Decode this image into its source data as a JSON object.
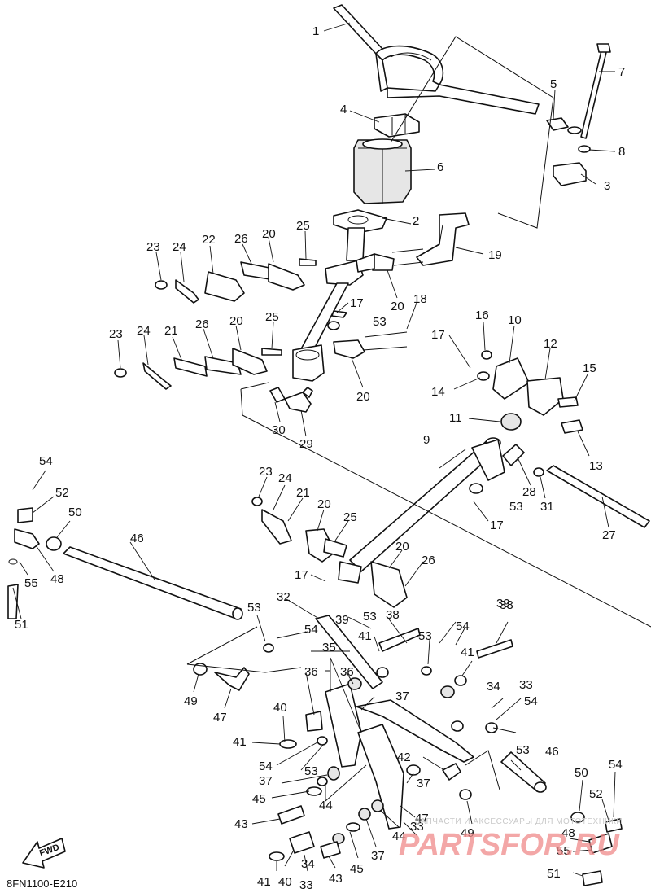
{
  "diagram_code": "8FN1100-E210",
  "fwd_label": "FWD",
  "watermark": {
    "text_ru": "ЗАПЧАСТИ И АКСЕССУАРЫ ДЛЯ МОТОТЕХНИКИ",
    "brand": "PARTSFOR.RU"
  },
  "callouts": [
    {
      "id": "c1",
      "label": "1"
    },
    {
      "id": "c2",
      "label": "2"
    },
    {
      "id": "c3",
      "label": "3"
    },
    {
      "id": "c4",
      "label": "4"
    },
    {
      "id": "c5",
      "label": "5"
    },
    {
      "id": "c6",
      "label": "6"
    },
    {
      "id": "c7",
      "label": "7"
    },
    {
      "id": "c8",
      "label": "8"
    },
    {
      "id": "c9",
      "label": "9"
    },
    {
      "id": "c10",
      "label": "10"
    },
    {
      "id": "c11",
      "label": "11"
    },
    {
      "id": "c12",
      "label": "12"
    },
    {
      "id": "c13",
      "label": "13"
    },
    {
      "id": "c14",
      "label": "14"
    },
    {
      "id": "c15",
      "label": "15"
    },
    {
      "id": "c16",
      "label": "16"
    },
    {
      "id": "c17a",
      "label": "17"
    },
    {
      "id": "c17b",
      "label": "17"
    },
    {
      "id": "c17c",
      "label": "17"
    },
    {
      "id": "c17d",
      "label": "17"
    },
    {
      "id": "c18",
      "label": "18"
    },
    {
      "id": "c19",
      "label": "19"
    },
    {
      "id": "c20a",
      "label": "20"
    },
    {
      "id": "c20b",
      "label": "20"
    },
    {
      "id": "c20c",
      "label": "20"
    },
    {
      "id": "c20d",
      "label": "20"
    },
    {
      "id": "c20e",
      "label": "20"
    },
    {
      "id": "c20f",
      "label": "20"
    },
    {
      "id": "c21a",
      "label": "21"
    },
    {
      "id": "c21b",
      "label": "21"
    },
    {
      "id": "c22",
      "label": "22"
    },
    {
      "id": "c23a",
      "label": "23"
    },
    {
      "id": "c23b",
      "label": "23"
    },
    {
      "id": "c23c",
      "label": "23"
    },
    {
      "id": "c24a",
      "label": "24"
    },
    {
      "id": "c24b",
      "label": "24"
    },
    {
      "id": "c24c",
      "label": "24"
    },
    {
      "id": "c25a",
      "label": "25"
    },
    {
      "id": "c25b",
      "label": "25"
    },
    {
      "id": "c25c",
      "label": "25"
    },
    {
      "id": "c26a",
      "label": "26"
    },
    {
      "id": "c26b",
      "label": "26"
    },
    {
      "id": "c26c",
      "label": "26"
    },
    {
      "id": "c27",
      "label": "27"
    },
    {
      "id": "c28",
      "label": "28"
    },
    {
      "id": "c29",
      "label": "29"
    },
    {
      "id": "c30",
      "label": "30"
    },
    {
      "id": "c31",
      "label": "31"
    },
    {
      "id": "c32",
      "label": "32"
    },
    {
      "id": "c33a",
      "label": "33"
    },
    {
      "id": "c33b",
      "label": "33"
    },
    {
      "id": "c33c",
      "label": "33"
    },
    {
      "id": "c34a",
      "label": "34"
    },
    {
      "id": "c34b",
      "label": "34"
    },
    {
      "id": "c35",
      "label": "35"
    },
    {
      "id": "c36a",
      "label": "36"
    },
    {
      "id": "c36b",
      "label": "36"
    },
    {
      "id": "c37a",
      "label": "37"
    },
    {
      "id": "c37b",
      "label": "37"
    },
    {
      "id": "c37c",
      "label": "37"
    },
    {
      "id": "c37d",
      "label": "37"
    },
    {
      "id": "c38a",
      "label": "38"
    },
    {
      "id": "c38b",
      "label": "38"
    },
    {
      "id": "c39a",
      "label": "39"
    },
    {
      "id": "c39b",
      "label": "39"
    },
    {
      "id": "c40a",
      "label": "40"
    },
    {
      "id": "c40b",
      "label": "40"
    },
    {
      "id": "c41a",
      "label": "41"
    },
    {
      "id": "c41b",
      "label": "41"
    },
    {
      "id": "c41c",
      "label": "41"
    },
    {
      "id": "c41d",
      "label": "41"
    },
    {
      "id": "c42",
      "label": "42"
    },
    {
      "id": "c43a",
      "label": "43"
    },
    {
      "id": "c43b",
      "label": "43"
    },
    {
      "id": "c44a",
      "label": "44"
    },
    {
      "id": "c44b",
      "label": "44"
    },
    {
      "id": "c45a",
      "label": "45"
    },
    {
      "id": "c45b",
      "label": "45"
    },
    {
      "id": "c46a",
      "label": "46"
    },
    {
      "id": "c46b",
      "label": "46"
    },
    {
      "id": "c47a",
      "label": "47"
    },
    {
      "id": "c47b",
      "label": "47"
    },
    {
      "id": "c48a",
      "label": "48"
    },
    {
      "id": "c48b",
      "label": "48"
    },
    {
      "id": "c49a",
      "label": "49"
    },
    {
      "id": "c49b",
      "label": "49"
    },
    {
      "id": "c50a",
      "label": "50"
    },
    {
      "id": "c50b",
      "label": "50"
    },
    {
      "id": "c51a",
      "label": "51"
    },
    {
      "id": "c51b",
      "label": "51"
    },
    {
      "id": "c52a",
      "label": "52"
    },
    {
      "id": "c52b",
      "label": "52"
    },
    {
      "id": "c53a",
      "label": "53"
    },
    {
      "id": "c53b",
      "label": "53"
    },
    {
      "id": "c53c",
      "label": "53"
    },
    {
      "id": "c53d",
      "label": "53"
    },
    {
      "id": "c53e",
      "label": "53"
    },
    {
      "id": "c53f",
      "label": "53"
    },
    {
      "id": "c53g",
      "label": "53"
    },
    {
      "id": "c54a",
      "label": "54"
    },
    {
      "id": "c54b",
      "label": "54"
    },
    {
      "id": "c54c",
      "label": "54"
    },
    {
      "id": "c54d",
      "label": "54"
    },
    {
      "id": "c54e",
      "label": "54"
    },
    {
      "id": "c54f",
      "label": "54"
    },
    {
      "id": "c55a",
      "label": "55"
    },
    {
      "id": "c55b",
      "label": "55"
    }
  ]
}
